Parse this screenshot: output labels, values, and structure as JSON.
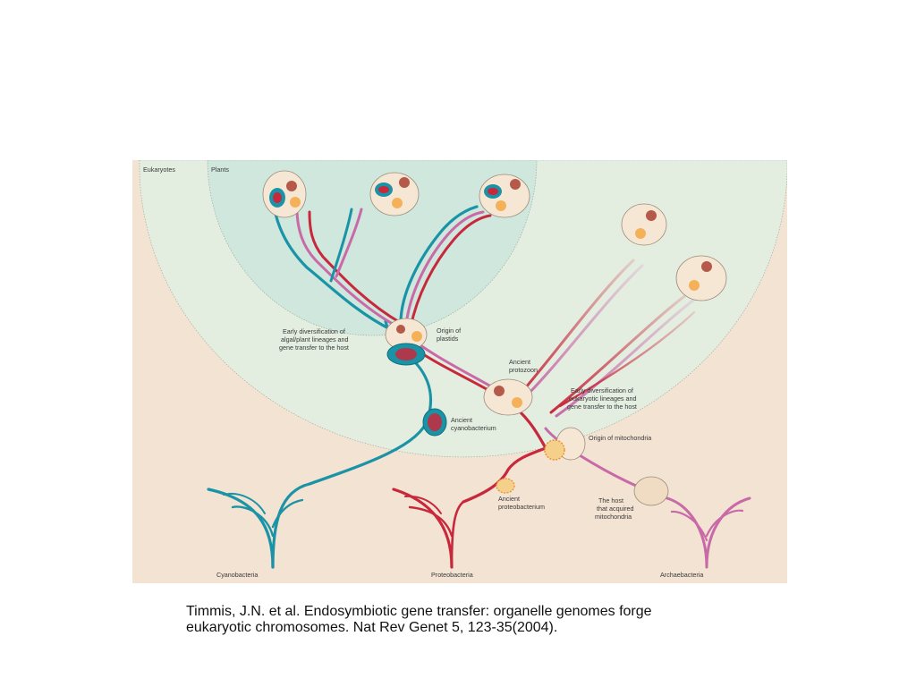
{
  "colors": {
    "background": "#f3e3d3",
    "eukaryote_zone": "#e3ede0",
    "plant_zone": "#cfe7dc",
    "cyanobacteria": "#1b93a6",
    "proteobacteria": "#c8283c",
    "archaebacteria": "#c96aa8"
  },
  "labels": {
    "eukaryotes": "Eukaryotes",
    "plants": "Plants",
    "early_algal_1": "Early diversification of",
    "early_algal_2": "algal/plant lineages and",
    "early_algal_3": "gene transfer to the host",
    "origin_plastids_1": "Origin of",
    "origin_plastids_2": "plastids",
    "ancient_protozoon_1": "Ancient",
    "ancient_protozoon_2": "protozoon",
    "early_euk_1": "Early diversification of",
    "early_euk_2": "eukaryotic lineages and",
    "early_euk_3": "gene transfer to the host",
    "ancient_cyano_1": "Ancient",
    "ancient_cyano_2": "cyanobacterium",
    "origin_mito": "Origin of mitochondria",
    "ancient_proteo_1": "Ancient",
    "ancient_proteo_2": "proteobacterium",
    "host_1": "The host",
    "host_2": "that acquired",
    "host_3": "mitochondria",
    "cyanobacteria": "Cyanobacteria",
    "proteobacteria": "Proteobacteria",
    "archaebacteria": "Archaebacteria"
  },
  "caption": {
    "line1": "Timmis, J.N. et al. Endosymbiotic gene transfer: organelle genomes forge",
    "line2": "eukaryotic chromosomes. Nat Rev Genet 5, 123-35(2004)."
  }
}
